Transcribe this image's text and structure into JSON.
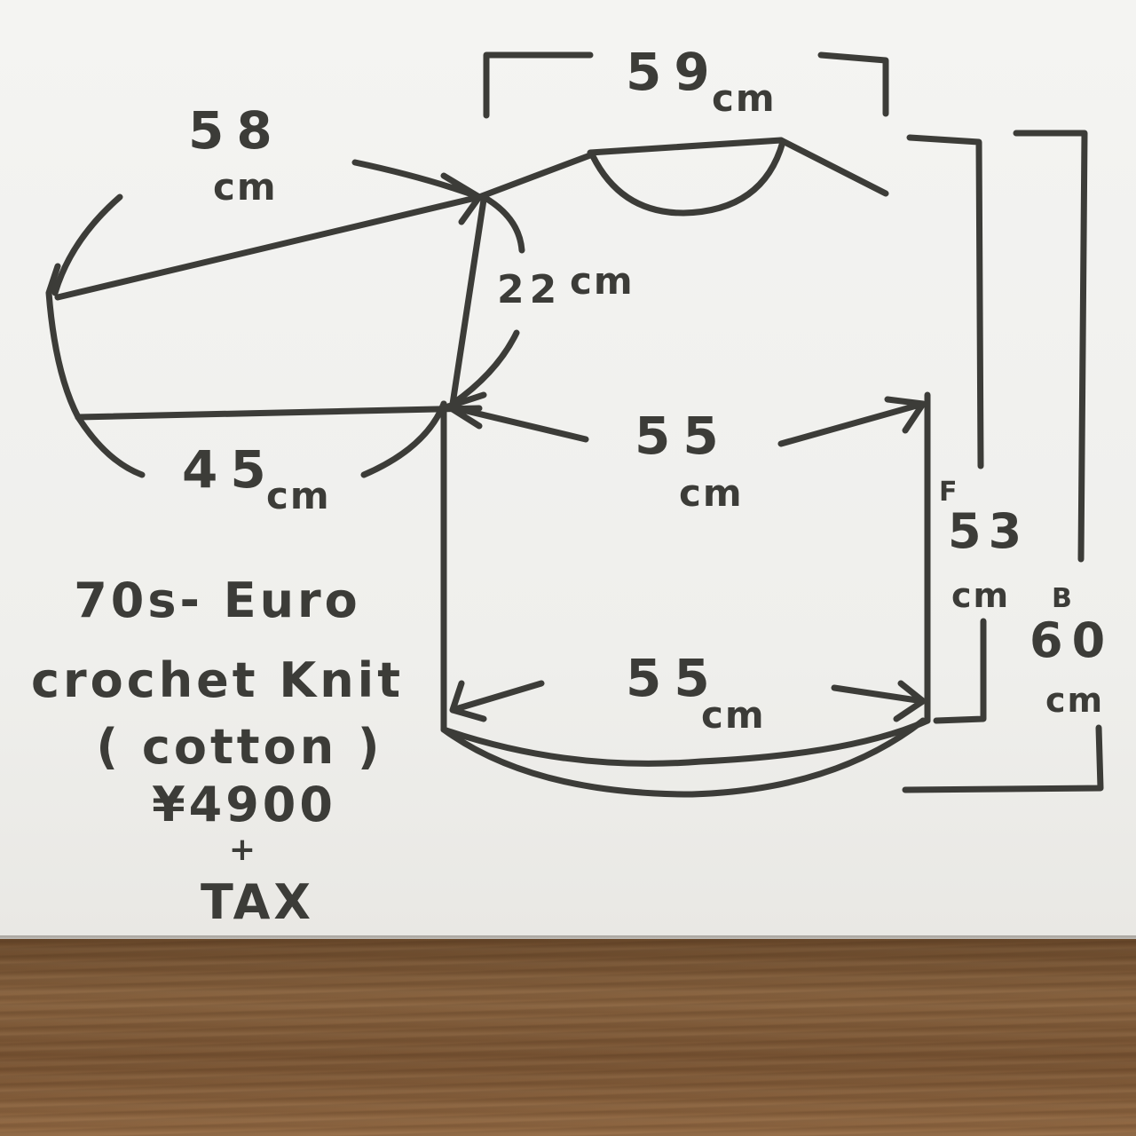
{
  "measurements": {
    "shoulder_width": {
      "value": "59",
      "unit": "cm"
    },
    "sleeve_length": {
      "value": "58",
      "unit": "cm"
    },
    "armhole": {
      "value": "22",
      "unit": "cm"
    },
    "sleeve_bottom": {
      "value": "45",
      "unit": "cm"
    },
    "chest_width": {
      "value": "55",
      "unit": "cm"
    },
    "hem_width": {
      "value": "55",
      "unit": "cm"
    },
    "front_length": {
      "prefix": "F",
      "value": "53",
      "unit": "cm"
    },
    "back_length": {
      "prefix": "B",
      "value": "60",
      "unit": "cm"
    }
  },
  "note": {
    "line1": "70s- Euro",
    "line2": "crochet Knit",
    "line3": "( cotton )",
    "price": "¥4900",
    "plus": "+",
    "tax": "TAX"
  },
  "colors": {
    "ink": "#3c3c38",
    "paper": "#f2f1ee",
    "wood": "#7a5534"
  }
}
